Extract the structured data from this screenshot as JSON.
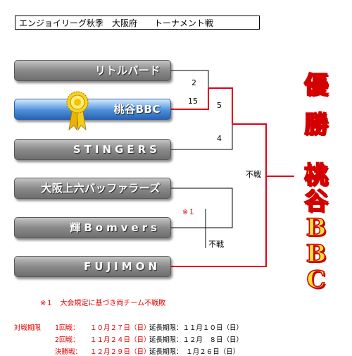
{
  "header": {
    "title": "エンジョイリーグ秋季　大阪府　　トーナメント戦"
  },
  "teams": [
    {
      "name": "リトルバード"
    },
    {
      "name": "桃谷BBC"
    },
    {
      "name": "STINGERS"
    },
    {
      "name": "大阪上六バッファラーズ"
    },
    {
      "name": "輝Bomvers"
    },
    {
      "name": "FUJIMON"
    }
  ],
  "scores": {
    "r1_top": "2",
    "r1_bottom": "15",
    "semi_top_winner": "5",
    "semi_top_loser": "4",
    "final_label": "不戦",
    "semi_bottom_label": "不戦",
    "note_mark": "※１"
  },
  "champion": {
    "word_1": "優",
    "word_2": "勝",
    "name_1": "桃",
    "name_2": "谷",
    "name_3": "B",
    "name_4": "B",
    "name_5": "C"
  },
  "note": "※１　大会規定に基づき両チーム不戦敗",
  "schedule": {
    "label": "対戦期限",
    "rows": [
      {
        "round": "1回戦：",
        "date": "１０月２７日（日）",
        "ext": "延長期限：１１月１０日（日）"
      },
      {
        "round": "2回戦：",
        "date": "１１月２４日（日）",
        "ext": "延長期限：１２月　８日（日）"
      },
      {
        "round": "決勝戦：",
        "date": "１２月２９日（日）",
        "ext": "延長期限：　１月２６日（日）"
      }
    ]
  },
  "colors": {
    "winner_line": "#e0001a",
    "line": "#000000",
    "note": "#e00000"
  },
  "icons": {
    "medal": "rosette-medal-icon"
  }
}
